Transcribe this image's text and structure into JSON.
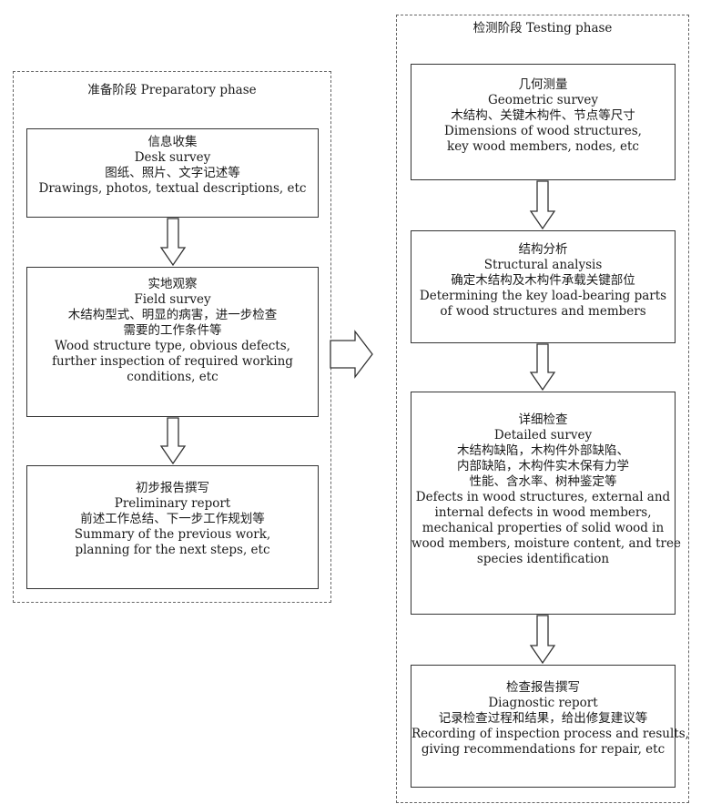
{
  "preparatory": {
    "title_zh": "准备阶段",
    "title_en": "Preparatory phase",
    "boxes": [
      {
        "lines": [
          "信息收集",
          "Desk survey",
          "图纸、照片、文字记述等",
          "Drawings, photos, textual descriptions, etc"
        ]
      },
      {
        "lines": [
          "实地观察",
          "Field survey",
          "木结构型式、明显的病害，进一步检查",
          "需要的工作条件等",
          "Wood structure type, obvious defects,",
          "further inspection of required working",
          "conditions, etc"
        ]
      },
      {
        "lines": [
          "初步报告撰写",
          "Preliminary report",
          "前述工作总结、下一步工作规划等",
          "Summary of the previous work,",
          "planning for the next steps, etc"
        ]
      }
    ]
  },
  "testing": {
    "title_zh": "检测阶段",
    "title_en": "Testing phase",
    "boxes": [
      {
        "lines": [
          "几何测量",
          "Geometric survey",
          "木结构、关键木构件、节点等尺寸",
          "Dimensions of wood structures,",
          "key wood members, nodes, etc"
        ]
      },
      {
        "lines": [
          "结构分析",
          "Structural analysis",
          "确定木结构及木构件承载关键部位",
          "Determining the key load-bearing parts",
          "of wood structures and members"
        ]
      },
      {
        "lines": [
          "详细检查",
          "Detailed survey",
          "木结构缺陷，木构件外部缺陷、",
          "内部缺陷，木构件实木保有力学",
          "性能、含水率、树种鉴定等",
          "Defects in wood structures, external and",
          "internal defects in wood members,",
          "mechanical properties of solid wood in",
          "wood members, moisture content, and tree",
          "species identification"
        ]
      },
      {
        "lines": [
          "检查报告撰写",
          "Diagnostic report",
          "记录检查过程和结果，给出修复建议等",
          "Recording of inspection process and results,",
          "giving recommendations for repair, etc"
        ]
      }
    ]
  },
  "colors": {
    "line": "#333333",
    "dash": "#666666",
    "text": "#1a1a1a"
  }
}
